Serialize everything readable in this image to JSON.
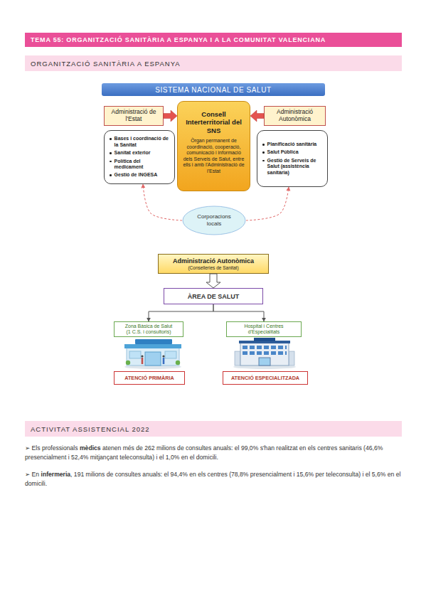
{
  "diagram": {
    "title": "TEMA 55: ORGANITZACIÓ SANITÀRIA A ESPANYA I A LA COMUNITAT VALENCIANA",
    "nodes": [
      {
        "text": [
          "ORGANITZACIÓ SANITÀRIA A ESPANYA"
        ]
      },
      {
        "text": [
          "SISTEMA NACIONAL DE SALUT"
        ]
      },
      {
        "text": [
          "Administració de l'Estat"
        ]
      },
      {
        "text": [
          "Consell Interterritorial del SNS",
          "Òrgan permanent de coordinació, cooperació, comunicació i informació dels Serveis de Salut, entre ells i amb l'Administració de l'Estat"
        ]
      },
      {
        "text": [
          "Administració Autonòmica"
        ]
      },
      {
        "text": [
          "Bases i coordinació de la Sanitat",
          "Sanitat exterior",
          "Política del medicament",
          "Gestió de INGESA"
        ]
      },
      {
        "text": [
          "Planificació sanitària",
          "Salut Pública",
          "Gestió de Serveis de Salut (assistència sanitària)"
        ]
      },
      {
        "text": [
          "Corporacions locals"
        ]
      },
      {
        "text": [
          "Administració Autonòmica",
          "(Conselleries de Sanitat)"
        ]
      },
      {
        "text": [
          "ÀREA DE SALUT"
        ]
      },
      {
        "text": [
          "Zona Bàsica de Salut (1 C.S. i consultoris)"
        ]
      },
      {
        "text": [
          "Hospital i Centres d'Especialitats"
        ]
      },
      {
        "text": [
          "ATENCIÓ PRIMÀRIA"
        ]
      },
      {
        "text": [
          "ATENCIÓ ESPECIALITZADA"
        ]
      },
      {
        "text": [
          "ACTIVITAT ASSISTENCIAL 2022"
        ]
      }
    ],
    "edges": [
      {
        "from": 2,
        "to": 3,
        "arrow": "to"
      },
      {
        "from": 4,
        "to": 3,
        "arrow": "to"
      },
      {
        "from": 7,
        "to": 5,
        "arrow": "to"
      },
      {
        "from": 7,
        "to": 6,
        "arrow": "to"
      },
      {
        "from": 8,
        "to": 9,
        "arrow": "to"
      },
      {
        "from": 9,
        "to": 10,
        "arrow": "to"
      },
      {
        "from": 9,
        "to": 11,
        "arrow": "to"
      }
    ],
    "labels": [
      "➢ Els professionals",
      "mèdics",
      "atenen més de 262 milions de consultes anuals: el 99,0% s'han realitzat en els centres sanitaris (46,6% presencialment i 52,4% mitjançant teleconsulta) i el 1,0% en el domicili.",
      "➢ En",
      "infermeria",
      ", 191 milions de consultes anuals: el 94,4% en els centres (78,8% presencialment i 15,6% per teleconsulta) i el 5,6% en el domicili."
    ]
  }
}
